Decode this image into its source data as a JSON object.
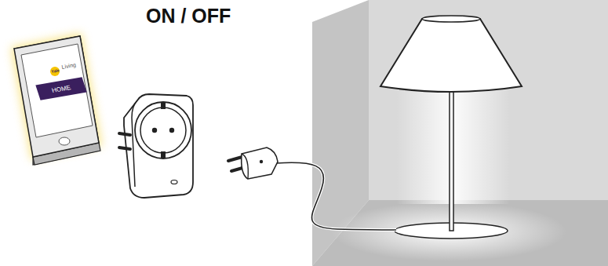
{
  "diagram": {
    "nodes": [
      {
        "text": [
          "HOME"
        ]
      }
    ],
    "labels": [
      "ON / OFF",
      "Yale",
      "Living"
    ]
  }
}
